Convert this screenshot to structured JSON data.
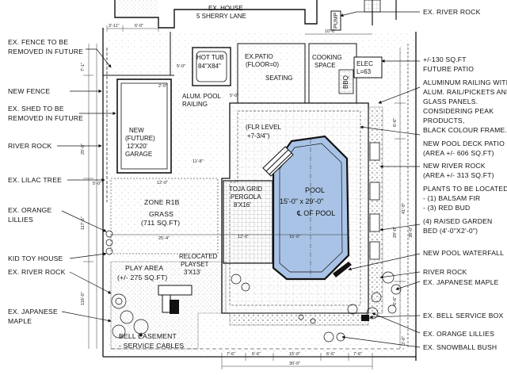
{
  "labels": {
    "house": [
      "EX. HOUSE",
      "5 SHERRY LANE"
    ],
    "river_rock_top": "EX. RIVER ROCK",
    "fence_removed": [
      "EX. FENCE TO BE",
      "REMOVED IN FUTURE"
    ],
    "new_fence": "NEW FENCE",
    "shed_removed": [
      "EX. SHED TO BE",
      "REMOVED IN FUTURE"
    ],
    "river_rock_left": "RIVER ROCK",
    "lilac": "EX. LILAC TREE",
    "orange_lillies_left": [
      "EX. ORANGE",
      "LILLIES"
    ],
    "kid_toy_house": "KID TOY HOUSE",
    "river_rock_left2": "EX. RIVER ROCK",
    "jap_maple_left": [
      "EX. JAPANESE",
      "MAPLE"
    ],
    "bell_easement": [
      "BELL EASEMENT",
      "- SERVICE CABLES"
    ],
    "future_patio": [
      "+/-130 SQ.FT",
      "FUTURE PATIO"
    ],
    "railing": [
      "ALUMINUM RAILING WITH",
      "ALUM. RAIL/PICKETS AND",
      "GLASS PANELS.",
      "CONSIDERING PEAK",
      "PRODUCTS,",
      "BLACK COLOUR FRAME."
    ],
    "deck_patio": [
      "NEW POOL DECK PATIO",
      "(AREA +/- 606 sq.ft)"
    ],
    "new_river_rock": [
      "NEW RIVER ROCK",
      "(AREA +/- 313 sq.ft)"
    ],
    "plants": [
      "PLANTS TO BE LOCATED",
      "- (1) BALSAM FIR",
      "- (3) RED BUD"
    ],
    "raised_garden": [
      "(4) RAISED GARDEN",
      "BED (4'-0\"x2'-0\")"
    ],
    "waterfall": "NEW POOL WATERFALL",
    "river_rock_right": "RIVER ROCK",
    "jap_maple_right": "EX. JAPANESE MAPLE",
    "bell_box": "EX. BELL SERVICE BOX",
    "orange_lillies_right": "EX. ORANGE LILLIES",
    "snowball": "EX. SNOWBALL BUSH"
  },
  "plan": {
    "pump": "PUMP",
    "hot_tub": [
      "HOT TUB",
      "84\"x84\""
    ],
    "patio": [
      "EX.PATIO",
      "(FLOOR=0)"
    ],
    "seating": "SEATING",
    "cooking": [
      "COOKING",
      "SPACE"
    ],
    "bbq": "BBQ",
    "elec": [
      "ELEC",
      "L=63"
    ],
    "garage": [
      "NEW",
      "(FUTURE)",
      "12'x20'",
      "GARAGE"
    ],
    "alum_railing": [
      "ALUM. POOL",
      "RAILING"
    ],
    "flr_level": [
      "(FLR LEVEL",
      "+7-3/4\")"
    ],
    "zone": "ZONE R1B",
    "grass": [
      "GRASS",
      "(711 SQ.FT)"
    ],
    "pergola": [
      "TOJA GRID",
      "PERGOLA",
      "8'X16'"
    ],
    "pool": [
      "POOL",
      "15'-0\" x 29'-0\"",
      "℄ OF POOL"
    ],
    "play_area": [
      "PLAY AREA",
      "(+/- 275 SQ.FT)"
    ],
    "playset": [
      "RELOCATED",
      "PLAYSET",
      "3'X13'"
    ]
  },
  "dimensions": {
    "top": [
      "3'-11\"",
      "6'-0\"",
      "10'-0\""
    ],
    "mid": [
      "5'-0\"",
      "2'-0\"",
      "5'-0\"",
      "11'-8\"",
      "12'-0\"",
      "15'-0\"",
      "25'-4\"",
      "12'-0\""
    ],
    "bottom": [
      "7'-6\"",
      "6'-6\"",
      "15'-0\"",
      "6'-6\"",
      "7'-6\"",
      "30'-0\""
    ],
    "left": [
      "7'-1\"",
      "25'-0\"",
      "117'-6\"",
      "5'-0\"",
      "116'-0\""
    ],
    "right": [
      "6'-6\"",
      "29'-0\"",
      "41'-9\"",
      "38'-0\"",
      "6'-6\"",
      "2'-0\""
    ]
  },
  "colors": {
    "pool_fill": "#a9c3e6",
    "line": "#111111"
  }
}
